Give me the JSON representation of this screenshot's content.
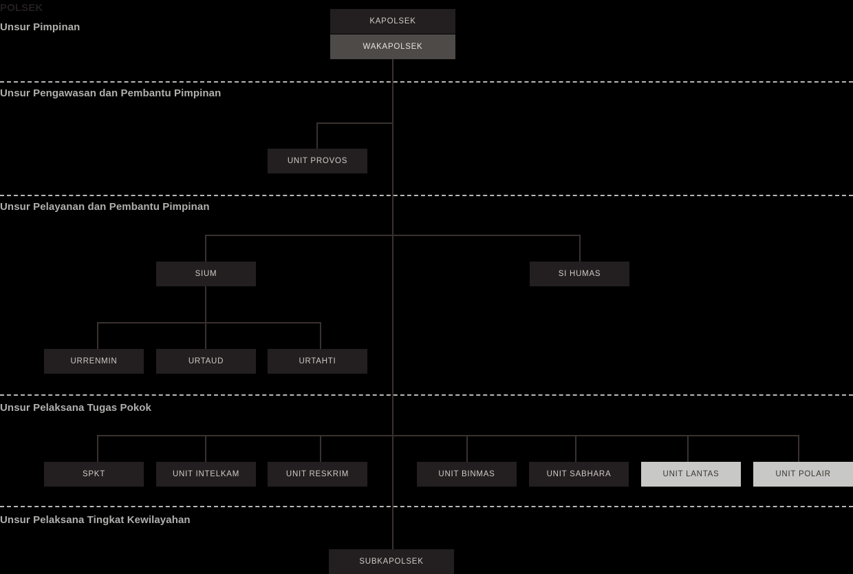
{
  "chart_title": "POLSEK",
  "colors": {
    "background": "#000000",
    "box_dark": "#231f20",
    "box_mid": "#4d4a48",
    "box_light": "#c8c8c6",
    "text_light": "#cfcac5",
    "text_dark": "#3a3632",
    "label": "#b0b0ae",
    "connector": "#3a3230",
    "divider": "#b9b9b7"
  },
  "sections": [
    {
      "id": "pimpinan",
      "label": "Unsur Pimpinan"
    },
    {
      "id": "pengawasan",
      "label": "Unsur Pengawasan dan Pembantu Pimpinan"
    },
    {
      "id": "pelayanan",
      "label": "Unsur Pelayanan dan Pembantu Pimpinan"
    },
    {
      "id": "pelaksana",
      "label": "Unsur Pelaksana Tugas Pokok"
    },
    {
      "id": "kewilayahan",
      "label": "Unsur Pelaksana Tingkat Kewilayahan"
    }
  ],
  "nodes": {
    "kapolsek": "KAPOLSEK",
    "wakapolsek": "WAKAPOLSEK",
    "unit_provos": "UNIT PROVOS",
    "sium": "SIUM",
    "si_humas": "SI HUMAS",
    "urrenmin": "URRENMIN",
    "urtaud": "URTAUD",
    "urtahti": "URTAHTI",
    "spkt": "SPKT",
    "unit_intelkam": "UNIT INTELKAM",
    "unit_reskrim": "UNIT RESKRIM",
    "unit_binmas": "UNIT BINMAS",
    "unit_sabhara": "UNIT SABHARA",
    "unit_lantas": "UNIT LANTAS",
    "unit_polair": "UNIT POLAIR",
    "subkapolsek": "SUBKAPOLSEK"
  }
}
